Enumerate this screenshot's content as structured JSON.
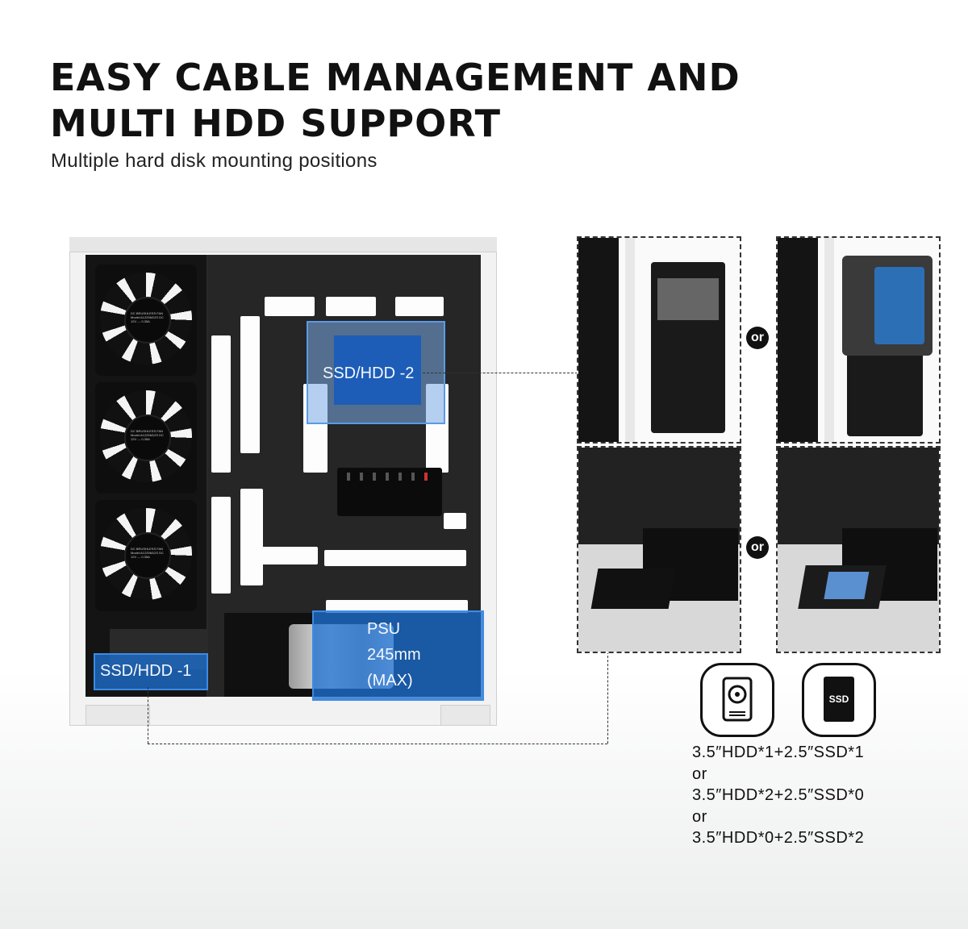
{
  "header": {
    "title": "EASY CABLE MANAGEMENT AND MULTI HDD SUPPORT",
    "subtitle": "Multiple hard disk mounting positions"
  },
  "case": {
    "fan_label": "DC BRUSHLESS FAN Model:A1225M12S DC 12V --- 0.35A",
    "zones": {
      "ssd_hdd_2": "SSD/HDD -2",
      "ssd_hdd_1": "SSD/HDD -1",
      "psu_line1": "PSU",
      "psu_line2": "245mm",
      "psu_line3": "(MAX)"
    }
  },
  "options": {
    "or_label": "or",
    "ssd_icon_text": "SSD"
  },
  "specs": [
    "3.5″HDD*1+2.5″SSD*1",
    "or",
    "3.5″HDD*2+2.5″SSD*0",
    "or",
    "3.5″HDD*0+2.5″SSD*2"
  ],
  "colors": {
    "zone_blue": "#1e6ecd",
    "zone_border": "#3d8be6",
    "text_dark": "#111111"
  }
}
